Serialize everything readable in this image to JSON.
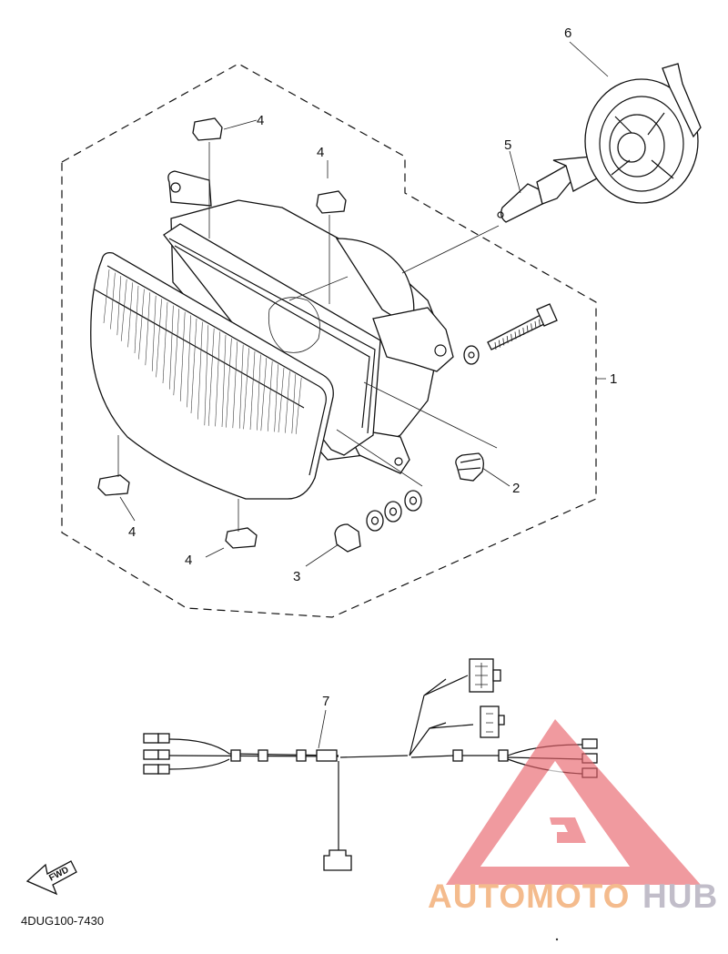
{
  "diagram": {
    "part_code": "4DUG100-7430",
    "fwd_label": "FWD",
    "callouts": [
      "1",
      "2",
      "3",
      "4",
      "4",
      "4",
      "4",
      "5",
      "6",
      "7"
    ]
  },
  "watermark": {
    "brand_part1": "AUTOMOTO",
    "brand_part2": "HUB",
    "color_primary": "#e8626a",
    "color_secondary": "#b7b2c0"
  }
}
